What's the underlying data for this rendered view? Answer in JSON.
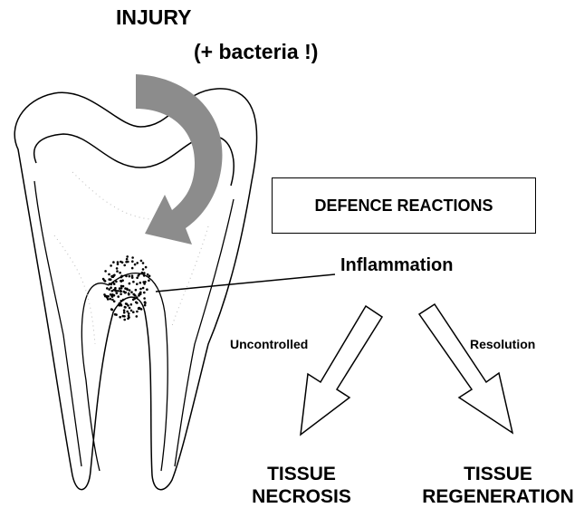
{
  "injury": {
    "title": "INJURY",
    "subtitle": "(+ bacteria !)"
  },
  "defence_box": {
    "label": "DEFENCE REACTIONS"
  },
  "inflammation": {
    "label": "Inflammation"
  },
  "paths": {
    "left": {
      "label": "Uncontrolled",
      "outcome_line1": "TISSUE",
      "outcome_line2": "NECROSIS"
    },
    "right": {
      "label": "Resolution",
      "outcome_line1": "TISSUE",
      "outcome_line2": "REGENERATION"
    }
  },
  "colors": {
    "arrow_fill": "#8c8c8c",
    "line": "#000000",
    "background": "#ffffff"
  }
}
